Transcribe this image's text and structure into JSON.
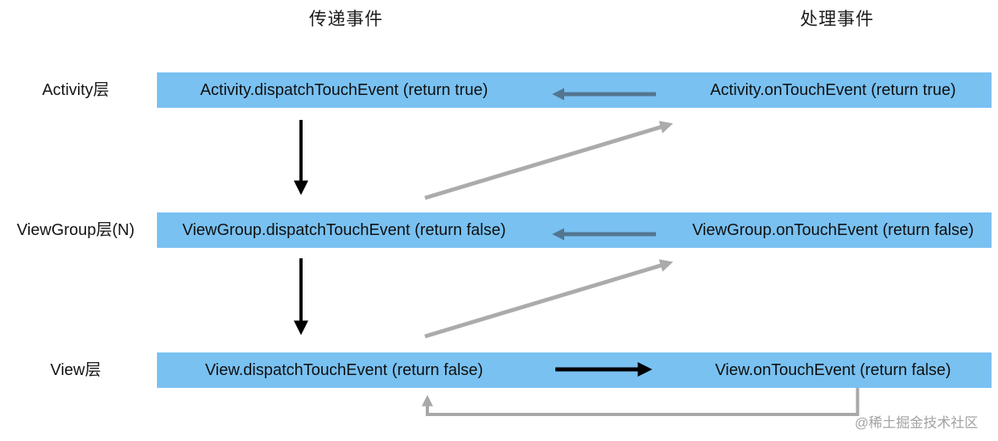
{
  "headers": {
    "pass_events": "传递事件",
    "handle_events": "处理事件"
  },
  "rows": [
    {
      "label": "Activity层",
      "dispatch": "Activity.dispatchTouchEvent (return true)",
      "ontouch": "Activity.onTouchEvent (return true)"
    },
    {
      "label": "ViewGroup层(N)",
      "dispatch": "ViewGroup.dispatchTouchEvent (return false)",
      "ontouch": "ViewGroup.onTouchEvent (return false)"
    },
    {
      "label": "View层",
      "dispatch": "View.dispatchTouchEvent (return false)",
      "ontouch": "View.onTouchEvent (return false)"
    }
  ],
  "arrows": {
    "activity_ontouch_to_dispatch": {
      "icon": "left-arrow-icon",
      "color": "#527691"
    },
    "viewgroup_ontouch_to_dispatch": {
      "icon": "left-arrow-icon",
      "color": "#527691"
    },
    "activity_dispatch_down": {
      "icon": "down-arrow-icon",
      "color": "#000000"
    },
    "viewgroup_dispatch_down": {
      "icon": "down-arrow-icon",
      "color": "#000000"
    },
    "viewgroup_up_to_activity_ontouch": {
      "icon": "diagonal-up-right-arrow-icon",
      "color": "#ababab"
    },
    "view_up_to_viewgroup_ontouch": {
      "icon": "diagonal-up-right-arrow-icon",
      "color": "#ababab"
    },
    "view_dispatch_to_ontouch": {
      "icon": "right-arrow-icon",
      "color": "#000000"
    },
    "view_ontouch_return_loop": {
      "icon": "u-turn-up-arrow-icon",
      "color": "#a8a8a8"
    }
  },
  "colors": {
    "bar_fill": "#79c1f1",
    "text": "#101010",
    "slate_arrow": "#527691",
    "black_arrow": "#000000",
    "gray_arrow": "#ababab",
    "return_arrow": "#a8a8a8",
    "watermark": "#a2a2a2",
    "background": "#ffffff"
  },
  "watermark": "@稀土掘金技术社区"
}
